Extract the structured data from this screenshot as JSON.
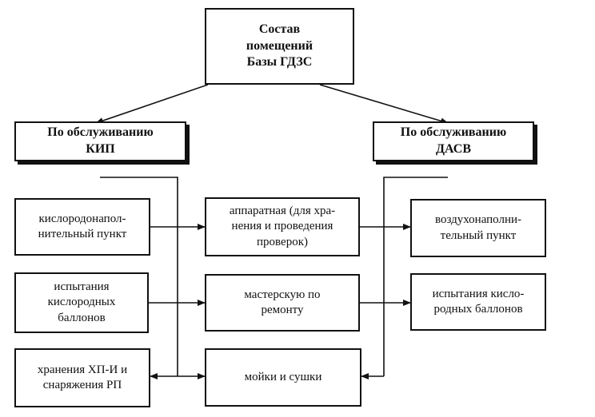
{
  "diagram": {
    "root": {
      "label": "Состав\nпомещений\nБазы ГДЗС"
    },
    "groups": [
      {
        "label": "По обслуживанию\nКИП"
      },
      {
        "label": "По обслуживанию\nДАСВ"
      }
    ],
    "kip_rooms": [
      {
        "label": "кислородонапол-\nнительный пункт"
      },
      {
        "label": "испытания\nкислородных\nбаллонов"
      },
      {
        "label": "хранения ХП-И и\nснаряжения РП"
      }
    ],
    "shared_rooms": [
      {
        "label": "аппаратная (для хра-\nнения и проведения\nпроверок)"
      },
      {
        "label": "мастерскую по\nремонту"
      },
      {
        "label": "мойки и сушки"
      }
    ],
    "dasv_rooms": [
      {
        "label": "воздухонаполни-\nтельный пункт"
      },
      {
        "label": "испытания кисло-\nродных баллонов"
      }
    ],
    "colors": {
      "line": "#111111",
      "background": "#ffffff"
    }
  }
}
